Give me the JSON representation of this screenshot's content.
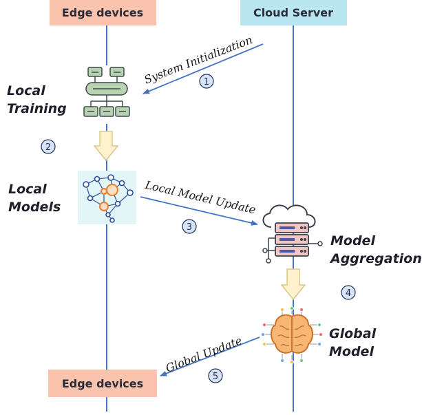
{
  "lanes": {
    "left_top": "Edge devices",
    "right_top": "Cloud Server",
    "left_bottom": "Edge devices"
  },
  "nodes": {
    "local_training": [
      "Local",
      "Training"
    ],
    "local_models": [
      "Local",
      "Models"
    ],
    "model_aggregation": [
      "Model",
      "Aggregation"
    ],
    "global_model": [
      "Global",
      "Model"
    ]
  },
  "edges": {
    "system_init": "System Initialization",
    "local_model_update": "Local Model Update",
    "global_update": "Global Update"
  },
  "steps": [
    "1",
    "2",
    "3",
    "4",
    "5"
  ],
  "colors": {
    "edge_box": "#f9c3ad",
    "cloud_box": "#b9e6f0",
    "lane_line": "#4472c4",
    "step_fill": "#d6e4f5",
    "down_arrow_fill": "#fff2cc",
    "down_arrow_stroke": "#d8c78c"
  },
  "icons": [
    "flowchart-icon",
    "neural-network-icon",
    "cloud-server-icon",
    "brain-icon"
  ]
}
